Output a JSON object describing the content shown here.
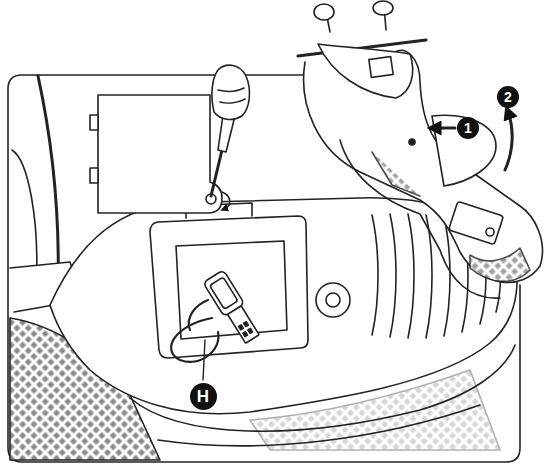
{
  "diagram": {
    "labels": [
      "1",
      "2",
      "H"
    ]
  }
}
